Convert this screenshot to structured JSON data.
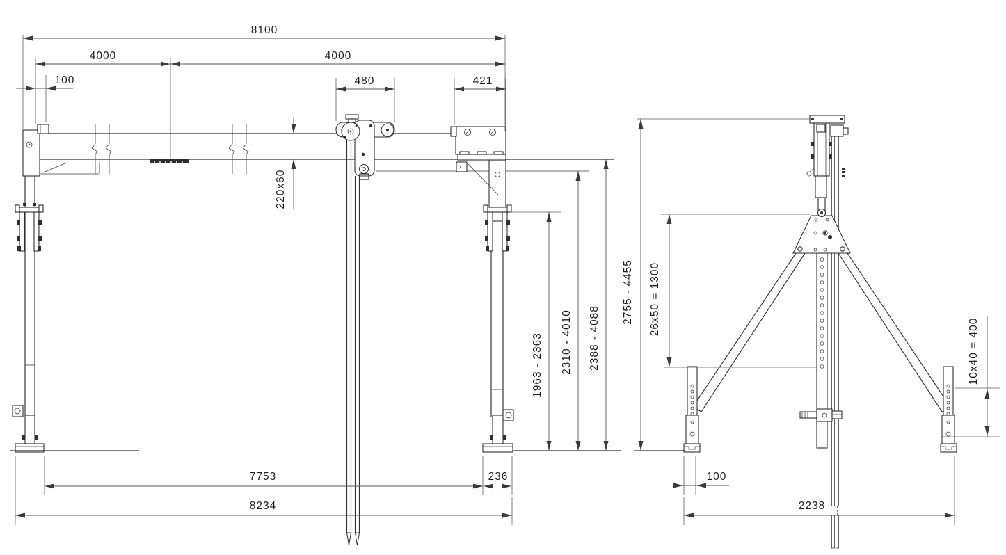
{
  "drawing": {
    "title": "gantry-crane-two-view-dimension-drawing",
    "front_view": {
      "dims": {
        "overall_width": "8100",
        "span_left": "4000",
        "span_right": "4000",
        "end_offset": "100",
        "trolley_width": "480",
        "end_bracket_width": "421",
        "beam_section": "220x60",
        "clamp_height_range": "1963 - 2363",
        "rail_height_range": "2310 - 4010",
        "beam_clearance_range": "2388 - 4088",
        "inner_base_span": "7753",
        "foot_width": "236",
        "outer_base_span": "8234"
      }
    },
    "side_view": {
      "dims": {
        "height_range": "2755 - 4455",
        "column_hole_pattern": "26x50 = 1300",
        "leg_hole_pattern": "10x40 = 400",
        "foot_offset": "100",
        "base_width": "2238"
      }
    }
  }
}
